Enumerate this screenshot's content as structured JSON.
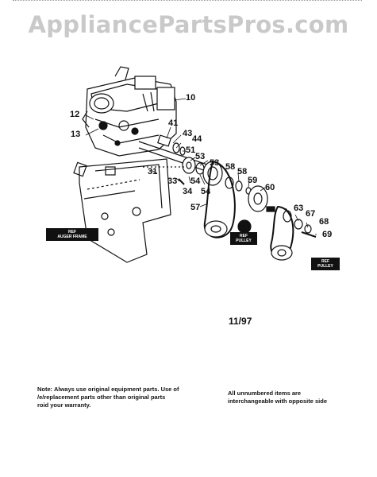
{
  "watermark": "AppliancePartsPros.com",
  "revision": "11/97",
  "part_labels": {
    "p10": "10",
    "p12": "12",
    "p13": "13",
    "p41": "41",
    "p43": "43",
    "p44": "44",
    "p51": "51",
    "p53a": "53",
    "p53b": "53",
    "p31": "31",
    "p33": "33",
    "p34": "34",
    "p54a": "54",
    "p54b": "54",
    "p58a": "58",
    "p58b": "58",
    "p59": "59",
    "p60": "60",
    "p57": "57",
    "p63": "63",
    "p67": "67",
    "p68": "68",
    "p69": "69"
  },
  "callouts": {
    "ref_auger": "REF\nAUGER FRAME",
    "ref_pulley_left": "REF\nPULLEY",
    "ref_pulley_right": "REF\nPULLEY"
  },
  "notes": {
    "left": "Note: Always use original equipment parts. Use of\n/e/replacement parts other than original parts\nroid your warranty.",
    "right": "All unnumbered items are\ninterchangeable with opposite side"
  }
}
